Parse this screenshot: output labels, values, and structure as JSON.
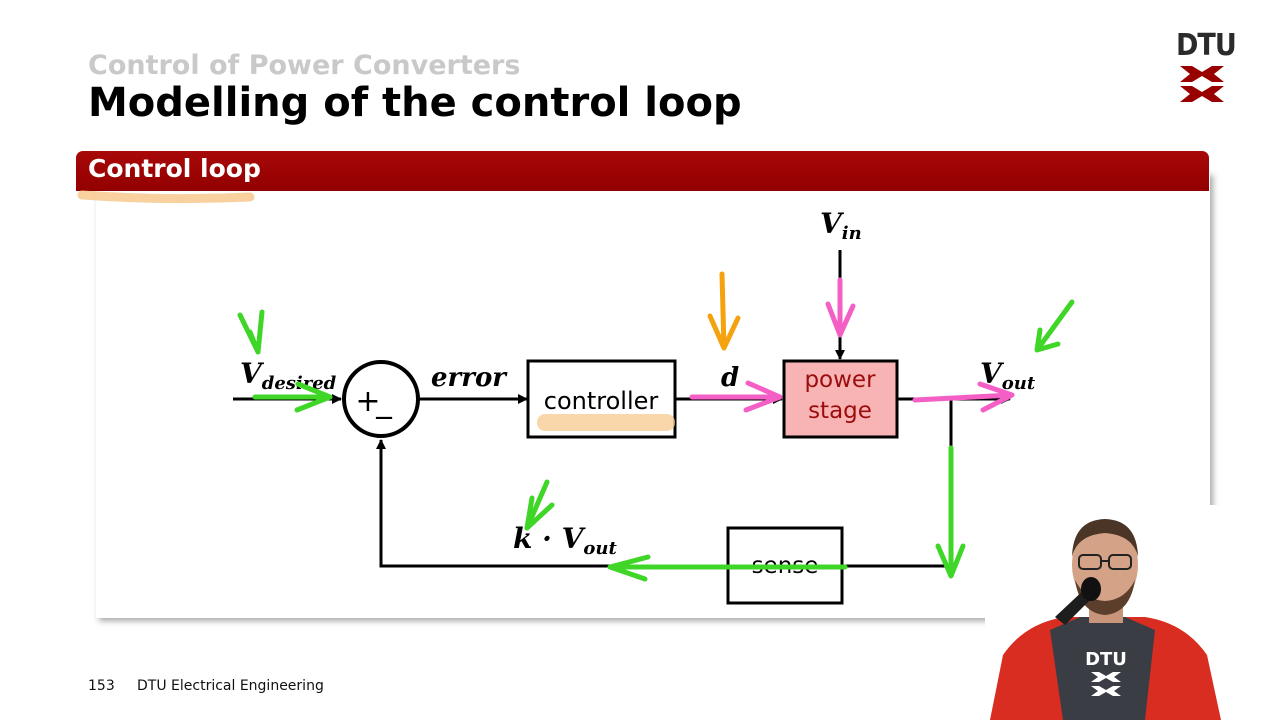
{
  "header": {
    "course": "Control of Power Converters",
    "title": "Modelling of the control loop",
    "logo_text": "DTU"
  },
  "section": {
    "title": "Control loop"
  },
  "diagram": {
    "inputs": {
      "v_desired_main": "V",
      "v_desired_sub": "desired",
      "v_in_main": "V",
      "v_in_sub": "in"
    },
    "summer": {
      "plus": "+",
      "minus": "−"
    },
    "signals": {
      "error": "error",
      "d": "d",
      "v_out_main": "V",
      "v_out_sub": "out",
      "feedback_k": "k · V",
      "feedback_sub": "out"
    },
    "blocks": {
      "controller": "controller",
      "power_line1": "power",
      "power_line2": "stage",
      "sense": "sense"
    },
    "colors": {
      "annotation_green": "#3fd628",
      "annotation_pink": "#f45fc6",
      "annotation_orange": "#f5a20f",
      "highlight": "#f7c98e",
      "power_block": "#f8b4b4",
      "power_text": "#9b0d0d"
    }
  },
  "footer": {
    "page": "153",
    "org": "DTU Electrical Engineering"
  },
  "webcam": {
    "shirt_text": "DTU"
  }
}
